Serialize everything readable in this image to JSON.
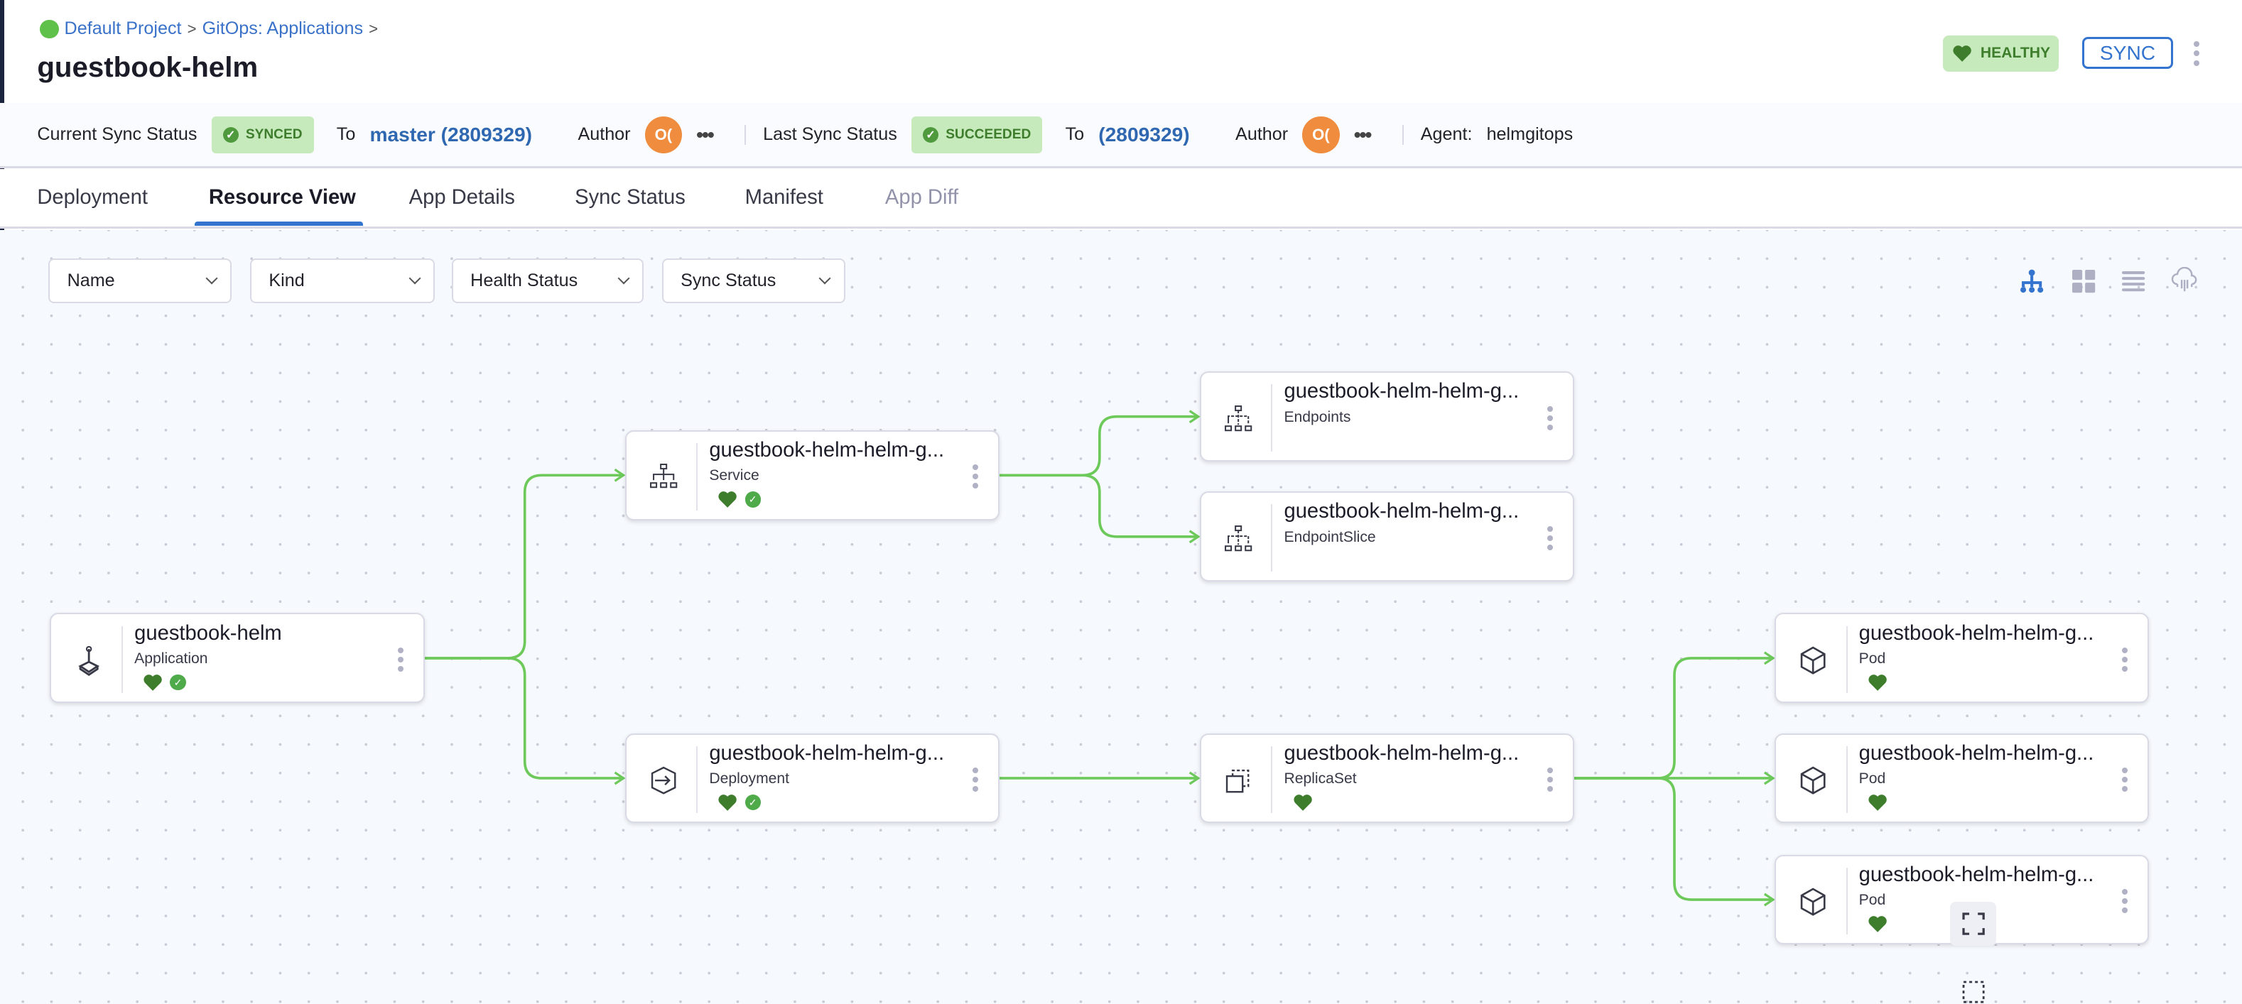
{
  "breadcrumb": {
    "items": [
      "Default Project",
      "GitOps: Applications"
    ]
  },
  "header": {
    "title": "guestbook-helm",
    "health_badge": "HEALTHY",
    "sync_button": "SYNC"
  },
  "status_bar": {
    "current_sync_label": "Current Sync Status",
    "current_sync_value": "SYNCED",
    "current_to_label": "To",
    "current_revision": "master (2809329)",
    "current_author_label": "Author",
    "current_author_initials": "O(",
    "last_sync_label": "Last Sync Status",
    "last_sync_value": "SUCCEEDED",
    "last_to_label": "To",
    "last_revision": "(2809329)",
    "last_author_label": "Author",
    "last_author_initials": "O(",
    "agent_label": "Agent:",
    "agent_value": "helmgitops"
  },
  "tabs": [
    {
      "label": "Deployment"
    },
    {
      "label": "Resource View",
      "active": true
    },
    {
      "label": "App Details"
    },
    {
      "label": "Sync Status"
    },
    {
      "label": "Manifest"
    },
    {
      "label": "App Diff",
      "disabled": true
    }
  ],
  "filters": [
    {
      "label": "Name"
    },
    {
      "label": "Kind"
    },
    {
      "label": "Health Status"
    },
    {
      "label": "Sync Status"
    }
  ],
  "view_modes": [
    {
      "icon": "tree-icon",
      "active": true
    },
    {
      "icon": "grid-icon"
    },
    {
      "icon": "list-icon"
    },
    {
      "icon": "cloud-network-icon"
    }
  ],
  "colors": {
    "accent": "#3474cf",
    "healthy": "#3d7d2c",
    "edge": "#6cc95a"
  },
  "nodes": [
    {
      "name": "guestbook-helm",
      "kind": "Application",
      "icon": "application-icon",
      "healthy": true,
      "synced": true
    },
    {
      "name": "guestbook-helm-helm-g...",
      "kind": "Service",
      "icon": "service-icon",
      "healthy": true,
      "synced": true
    },
    {
      "name": "guestbook-helm-helm-g...",
      "kind": "Deployment",
      "icon": "deployment-icon",
      "healthy": true,
      "synced": true
    },
    {
      "name": "guestbook-helm-helm-g...",
      "kind": "Endpoints",
      "icon": "endpoints-icon"
    },
    {
      "name": "guestbook-helm-helm-g...",
      "kind": "EndpointSlice",
      "icon": "endpoints-icon"
    },
    {
      "name": "guestbook-helm-helm-g...",
      "kind": "ReplicaSet",
      "icon": "replicaset-icon",
      "healthy": true
    },
    {
      "name": "guestbook-helm-helm-g...",
      "kind": "Pod",
      "icon": "pod-icon",
      "healthy": true
    },
    {
      "name": "guestbook-helm-helm-g...",
      "kind": "Pod",
      "icon": "pod-icon",
      "healthy": true
    },
    {
      "name": "guestbook-helm-helm-g...",
      "kind": "Pod",
      "icon": "pod-icon",
      "healthy": true
    }
  ]
}
